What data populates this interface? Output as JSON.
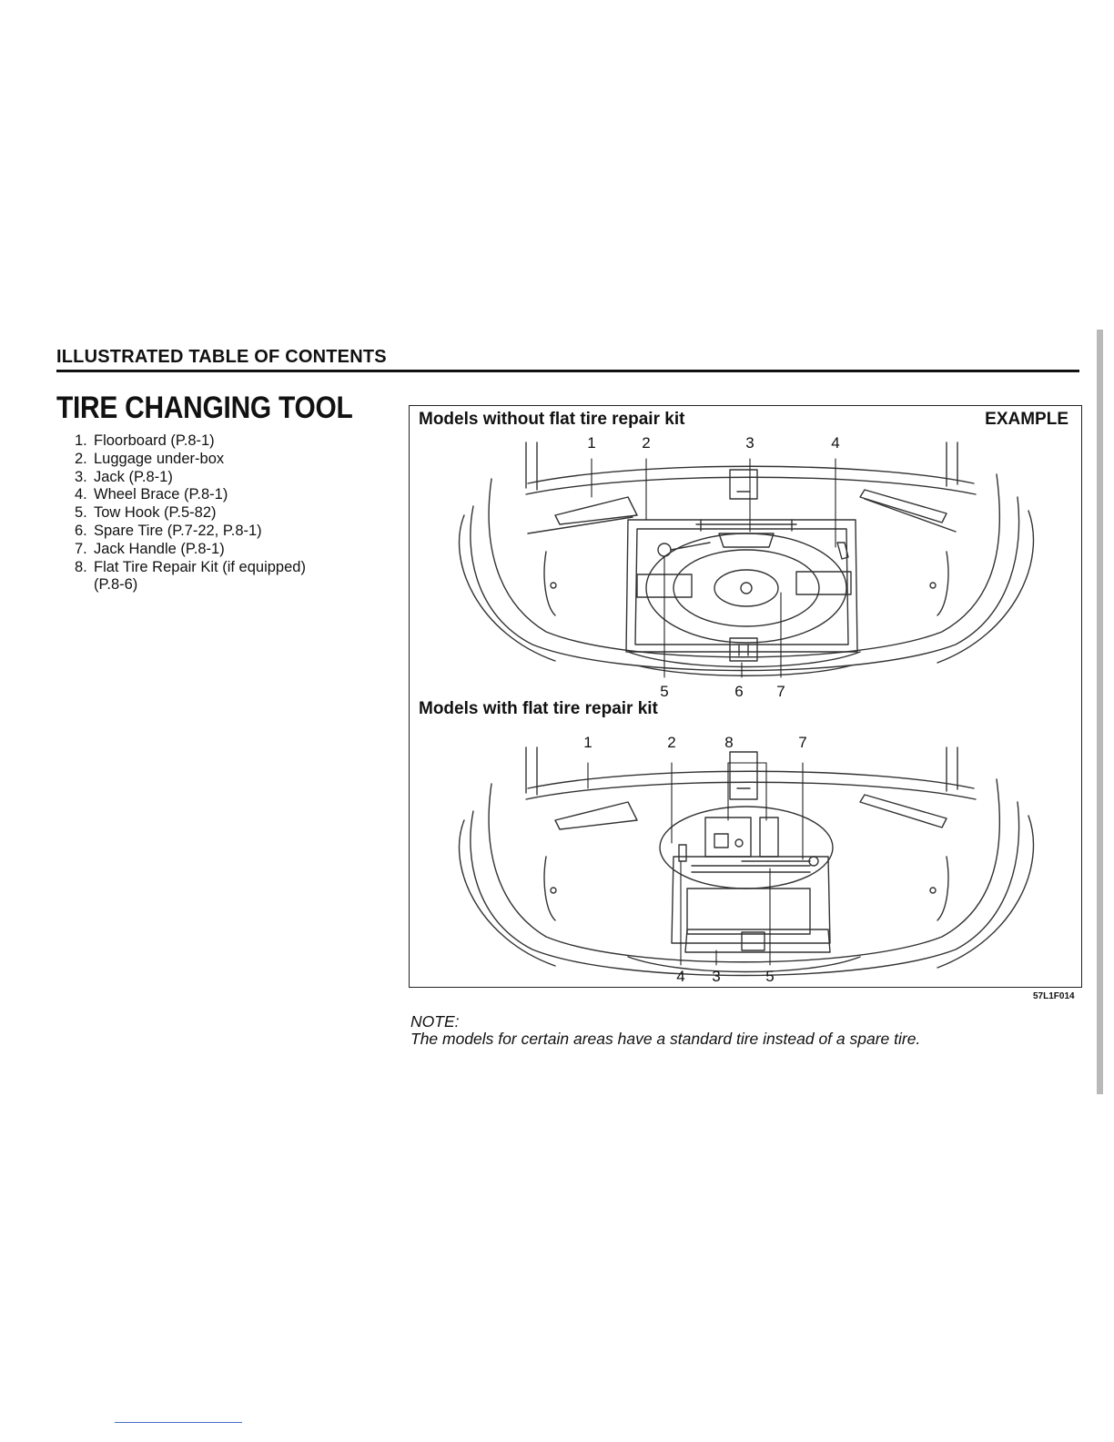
{
  "header": {
    "section": "ILLUSTRATED TABLE OF CONTENTS"
  },
  "page": {
    "title": "TIRE CHANGING TOOL"
  },
  "tools": [
    {
      "num": "1.",
      "text": "Floorboard (P.8-1)"
    },
    {
      "num": "2.",
      "text": "Luggage under-box"
    },
    {
      "num": "3.",
      "text": "Jack (P.8-1)"
    },
    {
      "num": "4.",
      "text": "Wheel Brace (P.8-1)"
    },
    {
      "num": "5.",
      "text": "Tow Hook (P.5-82)"
    },
    {
      "num": "6.",
      "text": "Spare Tire (P.7-22, P.8-1)"
    },
    {
      "num": "7.",
      "text": "Jack Handle (P.8-1)"
    },
    {
      "num": "8.",
      "text": "Flat Tire Repair Kit (if equipped)\n(P.8-6)"
    }
  ],
  "figure": {
    "example_label": "EXAMPLE",
    "code": "57L1F014",
    "top": {
      "title": "Models without flat tire repair kit",
      "callouts_top": [
        "1",
        "2",
        "3",
        "4"
      ],
      "callouts_bottom": [
        "5",
        "6",
        "7"
      ]
    },
    "bottom": {
      "title": "Models with flat tire repair kit",
      "callouts_top": [
        "1",
        "2",
        "8",
        "7"
      ],
      "callouts_bottom": [
        "4",
        "3",
        "5"
      ]
    }
  },
  "note": {
    "label": "NOTE:",
    "text": "The models for certain areas have a standard tire instead of a spare tire."
  }
}
